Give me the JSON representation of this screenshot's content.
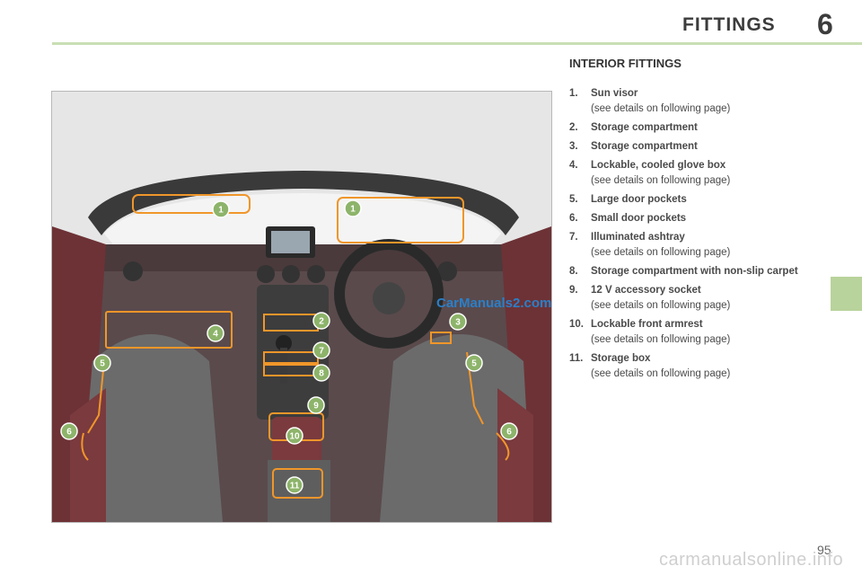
{
  "header": {
    "title": "FITTINGS",
    "chapter": "6"
  },
  "section": {
    "title": "INTERIOR FITTINGS"
  },
  "items": [
    {
      "num": "1.",
      "label": "Sun visor",
      "note": "(see details on following page)"
    },
    {
      "num": "2.",
      "label": "Storage compartment",
      "note": ""
    },
    {
      "num": "3.",
      "label": "Storage compartment",
      "note": ""
    },
    {
      "num": "4.",
      "label": "Lockable, cooled glove box",
      "note": "(see details on following page)"
    },
    {
      "num": "5.",
      "label": "Large door pockets",
      "note": ""
    },
    {
      "num": "6.",
      "label": "Small door pockets",
      "note": ""
    },
    {
      "num": "7.",
      "label": "Illuminated ashtray",
      "note": "(see details on following page)"
    },
    {
      "num": "8.",
      "label": "Storage compartment with non-slip carpet",
      "note": ""
    },
    {
      "num": "9.",
      "label": "12 V accessory socket",
      "note": "(see details on following page)"
    },
    {
      "num": "10.",
      "label": "Lockable front armrest",
      "note": "(see details on following page)"
    },
    {
      "num": "11.",
      "label": "Storage box",
      "note": "(see details on following page)"
    }
  ],
  "figure": {
    "watermark": "CarManuals2.com",
    "callouts": [
      "1",
      "1",
      "2",
      "3",
      "4",
      "5",
      "5",
      "6",
      "6",
      "7",
      "8",
      "9",
      "10",
      "11"
    ]
  },
  "page_number": "95",
  "footer_url": "carmanualsonline.info",
  "colors": {
    "accent_green": "#b9d39c",
    "rule_green": "#c9dfb4",
    "callout_green": "#8db46a",
    "highlight_orange": "#f0962a",
    "leather": "#7a3a3e"
  }
}
